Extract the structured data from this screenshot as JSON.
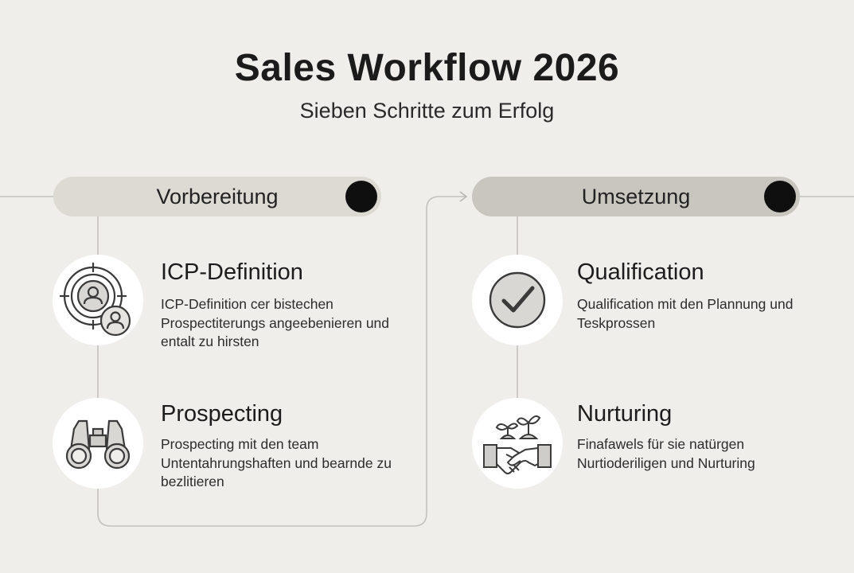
{
  "header": {
    "title": "Sales Workflow 2026",
    "subtitle": "Sieben Schritte zum Erfolg"
  },
  "phases": [
    {
      "label": "Vorbereitung",
      "steps": [
        {
          "title": "ICP-Definition",
          "description": "ICP-Definition cer bistechen Prospectiterungs angeebenieren und entalt zu hirsten",
          "icon": "target-user-icon"
        },
        {
          "title": "Prospecting",
          "description": "Prospecting mit den team Untentahrungshaften und bearnde zu bezlitieren",
          "icon": "binoculars-icon"
        }
      ]
    },
    {
      "label": "Umsetzung",
      "steps": [
        {
          "title": "Qualification",
          "description": "Qualification mit den Plannung und Teskprossen",
          "icon": "check-circle-icon"
        },
        {
          "title": "Nurturing",
          "description": "Finafawels für sie natürgen Nurtioderiligen und Nurturing",
          "icon": "handshake-sprout-icon"
        }
      ]
    }
  ],
  "colors": {
    "background": "#efeeeb",
    "phase_1_pill": "#dddad4",
    "phase_2_pill": "#c9c6c0",
    "marker": "#0f0f0f",
    "connector": "#c4c2be",
    "icon_stroke": "#3a3a3a"
  }
}
